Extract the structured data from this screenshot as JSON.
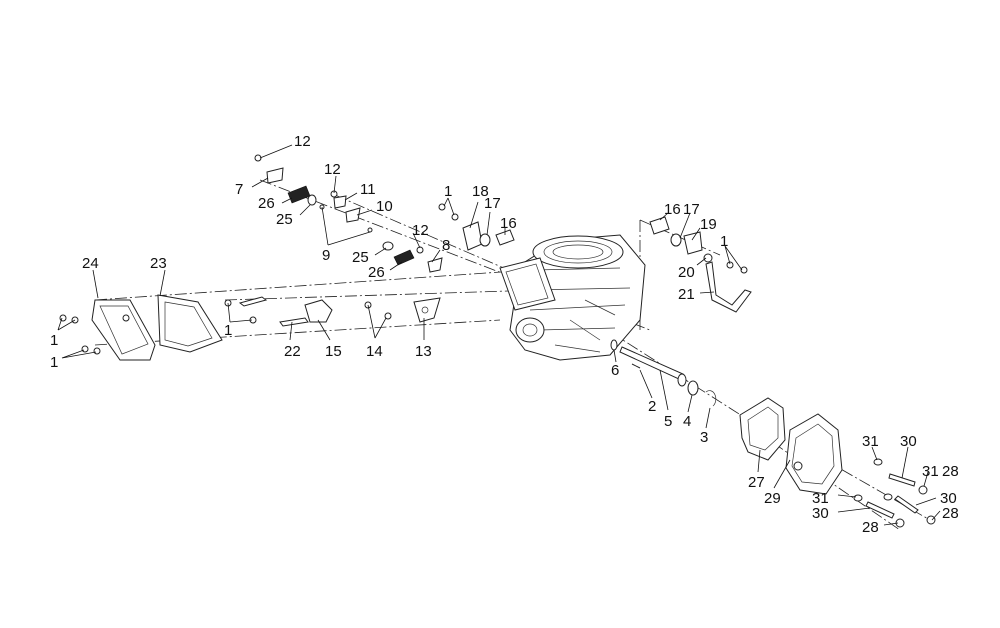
{
  "callouts": [
    {
      "id": "c12a",
      "text": "12"
    },
    {
      "id": "c7",
      "text": "7"
    },
    {
      "id": "c26a",
      "text": "26"
    },
    {
      "id": "c25a",
      "text": "25"
    },
    {
      "id": "c12b",
      "text": "12"
    },
    {
      "id": "c11",
      "text": "11"
    },
    {
      "id": "c10",
      "text": "10"
    },
    {
      "id": "c9",
      "text": "9"
    },
    {
      "id": "c25b",
      "text": "25"
    },
    {
      "id": "c26b",
      "text": "26"
    },
    {
      "id": "c12c",
      "text": "12"
    },
    {
      "id": "c8",
      "text": "8"
    },
    {
      "id": "c1a",
      "text": "1"
    },
    {
      "id": "c18",
      "text": "18"
    },
    {
      "id": "c17a",
      "text": "17"
    },
    {
      "id": "c16a",
      "text": "16"
    },
    {
      "id": "c16b",
      "text": "16"
    },
    {
      "id": "c17b",
      "text": "17"
    },
    {
      "id": "c19",
      "text": "19"
    },
    {
      "id": "c1b",
      "text": "1"
    },
    {
      "id": "c20",
      "text": "20"
    },
    {
      "id": "c21",
      "text": "21"
    },
    {
      "id": "c24",
      "text": "24"
    },
    {
      "id": "c23",
      "text": "23"
    },
    {
      "id": "c1c",
      "text": "1"
    },
    {
      "id": "c1d",
      "text": "1"
    },
    {
      "id": "c1e",
      "text": "1"
    },
    {
      "id": "c22",
      "text": "22"
    },
    {
      "id": "c15",
      "text": "15"
    },
    {
      "id": "c14",
      "text": "14"
    },
    {
      "id": "c13",
      "text": "13"
    },
    {
      "id": "c6",
      "text": "6"
    },
    {
      "id": "c2",
      "text": "2"
    },
    {
      "id": "c5",
      "text": "5"
    },
    {
      "id": "c4",
      "text": "4"
    },
    {
      "id": "c3",
      "text": "3"
    },
    {
      "id": "c31a",
      "text": "31"
    },
    {
      "id": "c30a",
      "text": "30"
    },
    {
      "id": "c27",
      "text": "27"
    },
    {
      "id": "c29",
      "text": "29"
    },
    {
      "id": "c31b",
      "text": "31"
    },
    {
      "id": "c28a",
      "text": "28"
    },
    {
      "id": "c31c",
      "text": "31"
    },
    {
      "id": "c30b",
      "text": "30"
    },
    {
      "id": "c30c",
      "text": "30"
    },
    {
      "id": "c28b",
      "text": "28"
    },
    {
      "id": "c28c",
      "text": "28"
    }
  ]
}
